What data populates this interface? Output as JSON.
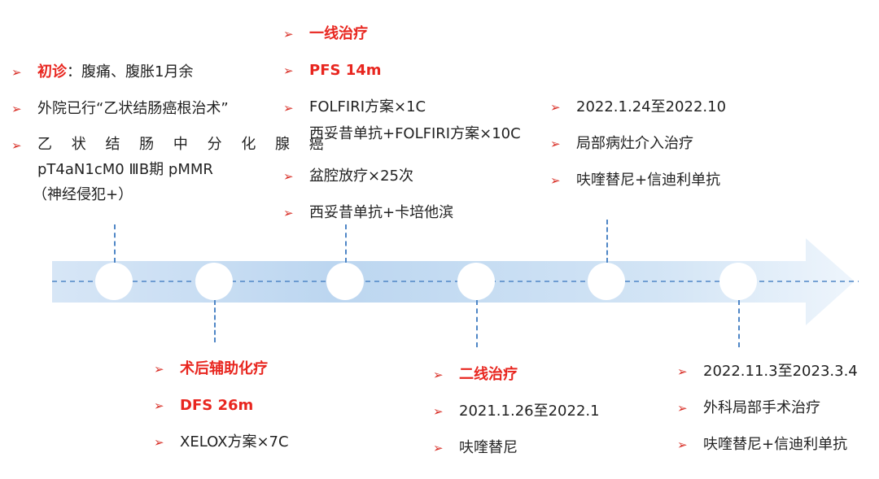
{
  "bullet_symbol": "➢",
  "stages": [
    {
      "id": "initial",
      "items": [
        {
          "red": "初诊",
          "text": "：腹痛、腹胀1月余"
        },
        {
          "text": "外院已行“乙状结肠癌根治术”"
        },
        {
          "lines": [
            "乙 状 结 肠 中 分 化 腺 癌",
            "pT4aN1cM0 ⅢB期  pMMR",
            "（神经侵犯+）"
          ]
        }
      ]
    },
    {
      "id": "adjuvant",
      "items": [
        {
          "red": "术后辅助化疗"
        },
        {
          "red": "DFS 26m"
        },
        {
          "text": "XELOX方案×7C"
        }
      ]
    },
    {
      "id": "first-line",
      "items": [
        {
          "red": "一线治疗"
        },
        {
          "red": "PFS 14m"
        },
        {
          "lines": [
            "FOLFIRI方案×1C",
            "西妥昔单抗+FOLFIRI方案×10C"
          ]
        },
        {
          "text": "盆腔放疗×25次"
        },
        {
          "text": "西妥昔单抗+卡培他滨"
        }
      ]
    },
    {
      "id": "second-line",
      "items": [
        {
          "red": "二线治疗"
        },
        {
          "text": "2021.1.26至2022.1"
        },
        {
          "text": "呋喹替尼"
        }
      ]
    },
    {
      "id": "period-2022",
      "items": [
        {
          "text": "2022.1.24至2022.10"
        },
        {
          "text": "局部病灶介入治疗"
        },
        {
          "text": "呋喹替尼+信迪利单抗"
        }
      ]
    },
    {
      "id": "period-2023",
      "items": [
        {
          "text": "2022.11.3至2023.3.4"
        },
        {
          "text": "外科局部手术治疗"
        },
        {
          "text": "呋喹替尼+信迪利单抗"
        }
      ]
    }
  ]
}
